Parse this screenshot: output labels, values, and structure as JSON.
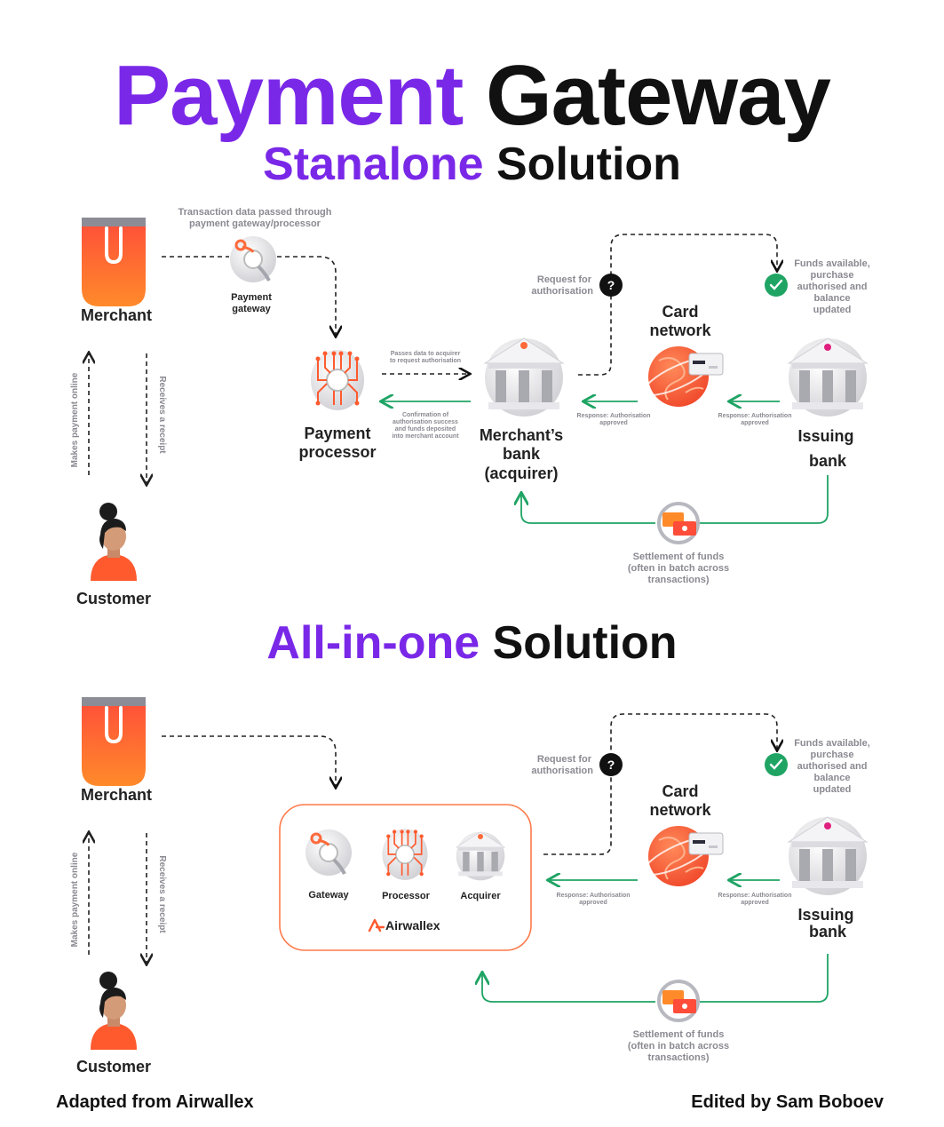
{
  "title": {
    "part1": "Payment",
    "part2": "Gateway"
  },
  "standalone_heading": {
    "part1": "Stanalone",
    "part2": "Solution"
  },
  "allinone_heading": {
    "part1": "All-in-one",
    "part2": "Solution"
  },
  "colors": {
    "accent_purple": "#7a28e8",
    "arrow_green": "#1fa464",
    "orange": "#ff6a3a",
    "pink": "#e0207f",
    "dark": "#111111"
  },
  "standalone": {
    "merchant": "Merchant",
    "customer": "Customer",
    "makes_payment": "Makes payment online",
    "receives_receipt": "Receives a receipt",
    "transaction_note_line1": "Transaction data passed through",
    "transaction_note_line2": "payment gateway/processor",
    "gateway_line1": "Payment",
    "gateway_line2": "gateway",
    "processor_line1": "Payment",
    "processor_line2": "processor",
    "passes_line1": "Passes data to acquirer",
    "passes_line2": "to request authorisation",
    "confirm_line1": "Confirmation of",
    "confirm_line2": "authorisation success",
    "confirm_line3": "and funds deposited",
    "confirm_line4": "into merchant account",
    "merchant_bank_line1": "Merchant’s",
    "merchant_bank_line2": "bank",
    "merchant_bank_line3": "(acquirer)",
    "request_line1": "Request for",
    "request_line2": "authorisation",
    "card_network_line1": "Card",
    "card_network_line2": "network",
    "funds_line1": "Funds available,",
    "funds_line2": "purchase",
    "funds_line3": "authorised and",
    "funds_line4": "balance",
    "funds_line5": "updated",
    "response_line1": "Response: Authorisation",
    "response_line2": "approved",
    "issuing_line1": "Issuing",
    "issuing_line2": "bank",
    "settlement_line1": "Settlement of funds",
    "settlement_line2": "(often in batch across",
    "settlement_line3": "transactions)"
  },
  "allinone": {
    "merchant": "Merchant",
    "customer": "Customer",
    "makes_payment": "Makes payment online",
    "receives_receipt": "Receives a receipt",
    "gateway": "Gateway",
    "processor": "Processor",
    "acquirer": "Acquirer",
    "brand": "Airwallex",
    "request_line1": "Request for",
    "request_line2": "authorisation",
    "card_network_line1": "Card",
    "card_network_line2": "network",
    "funds_line1": "Funds available,",
    "funds_line2": "purchase",
    "funds_line3": "authorised and",
    "funds_line4": "balance",
    "funds_line5": "updated",
    "response_line1": "Response: Authorisation",
    "response_line2": "approved",
    "issuing_line1": "Issuing",
    "issuing_line2": "bank",
    "settlement_line1": "Settlement of funds",
    "settlement_line2": "(often in batch across",
    "settlement_line3": "transactions)"
  },
  "footer": {
    "left": "Adapted from Airwallex",
    "right": "Edited by Sam Boboev"
  }
}
